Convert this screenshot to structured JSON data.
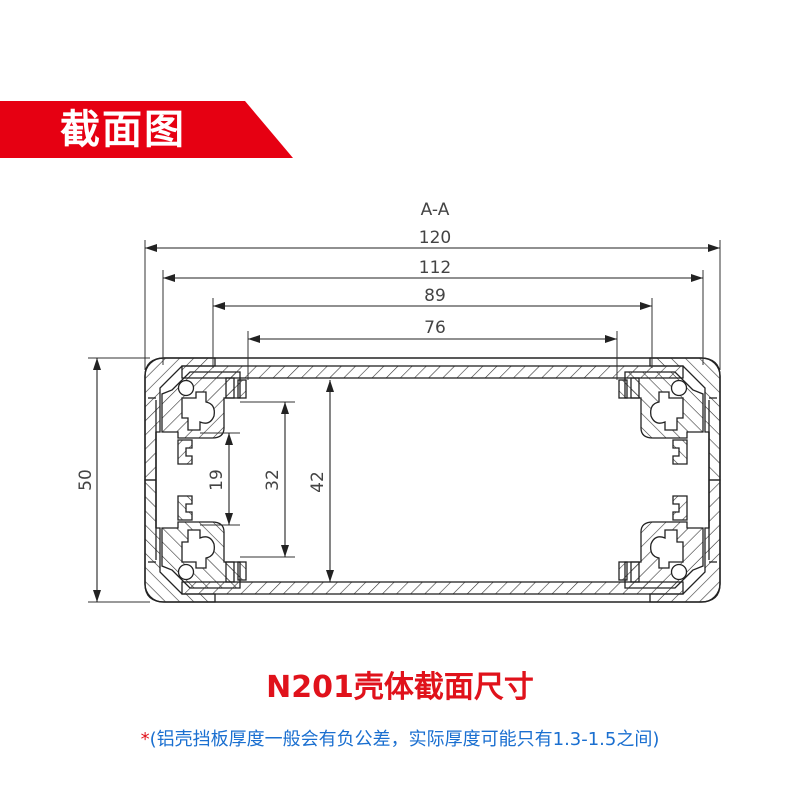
{
  "banner": {
    "title": "截面图",
    "color": "#e60012"
  },
  "drawing": {
    "section_label": "A-A",
    "dimensions": {
      "overall_width": "120",
      "width_112": "112",
      "width_89": "89",
      "width_76": "76",
      "overall_height": "50",
      "height_42": "42",
      "height_32": "32",
      "height_19": "19"
    }
  },
  "caption": {
    "title": "N201壳体截面尺寸",
    "color": "#e0121b"
  },
  "note": {
    "asterisk": "*",
    "text": "(铝壳挡板厚度一般会有负公差，实际厚度可能只有1.3-1.5之间)",
    "color": "#1a6fd0"
  }
}
